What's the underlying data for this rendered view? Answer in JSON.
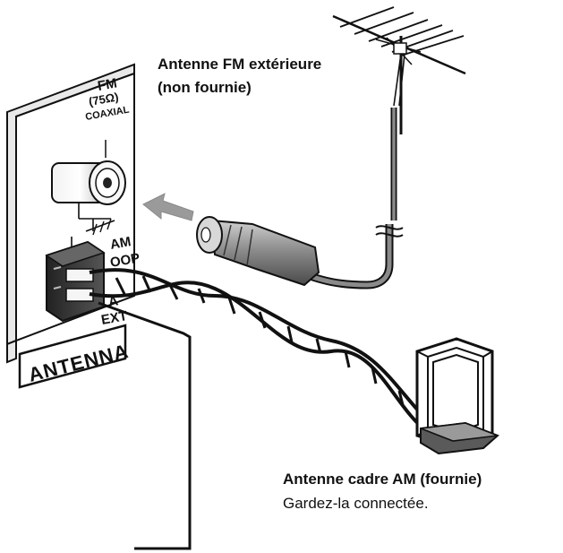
{
  "panel": {
    "fm_line1": "FM",
    "fm_line2": "(75Ω)",
    "fm_line3": "COAXIAL",
    "am_label": "AM",
    "loop_label": "OOP",
    "ext_label": "EXT",
    "am_ext_partial": "A",
    "section_label": "ANTENNA"
  },
  "labels": {
    "fm_title": "Antenne FM extérieure",
    "fm_note": "(non fournie)",
    "am_title": "Antenne cadre AM (fournie)",
    "am_note": "Gardez-la connectée."
  },
  "colors": {
    "line": "#111111",
    "plug_gray": "#8a8a8a",
    "arrow_gray": "#9a9a9a",
    "cable_gray": "#7a7a7a"
  }
}
